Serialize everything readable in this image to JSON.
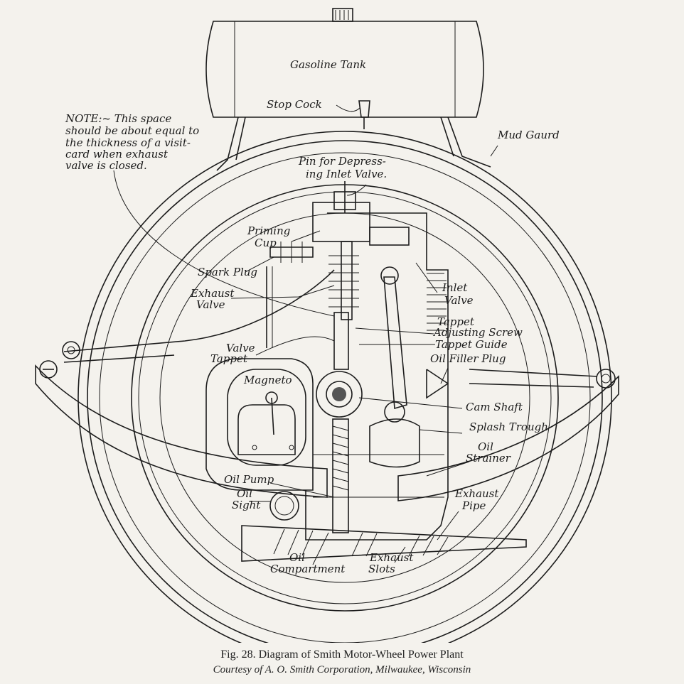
{
  "diagram": {
    "labels": {
      "gasoline_tank": "Gasoline Tank",
      "stop_cock": "Stop Cock",
      "note_line1": "NOTE:~ This space",
      "note_line2": "should be about equal to",
      "note_line3": "the thickness of a visit-",
      "note_line4": "card when exhaust",
      "note_line5": "valve is closed.",
      "mud_guard": "Mud Gaurd",
      "pin_line1": "Pin for Depress-",
      "pin_line2": "ing Inlet Valve.",
      "priming_line1": "Priming",
      "priming_line2": "Cup",
      "spark_plug": "Spark Plug",
      "exhaust_valve_line1": "Exhaust",
      "exhaust_valve_line2": "Valve",
      "inlet_valve_line1": "Inlet",
      "inlet_valve_line2": "Valve",
      "tappet_adj_line1": "Tappet",
      "tappet_adj_line2": "Adjusting Screw",
      "tappet_guide": "Tappet Guide",
      "valve_tappet_line1": "Valve",
      "valve_tappet_line2": "Tappet",
      "oil_filler_plug": "Oil Filler Plug",
      "magneto": "Magneto",
      "cam_shaft": "Cam Shaft",
      "splash_trough": "Splash Trough",
      "oil_strainer_line1": "Oil",
      "oil_strainer_line2": "Strainer",
      "oil_pump": "Oil Pump",
      "oil_sight_line1": "Oil",
      "oil_sight_line2": "Sight",
      "exhaust_pipe_line1": "Exhaust",
      "exhaust_pipe_line2": "Pipe",
      "oil_compartment_line1": "Oil",
      "oil_compartment_line2": "Compartment",
      "exhaust_slots_line1": "Exhaust",
      "exhaust_slots_line2": "Slots"
    }
  },
  "caption": {
    "line1": "Fig. 28.   Diagram of Smith Motor-Wheel Power Plant",
    "line2": "Courtesy of A. O. Smith Corporation, Milwaukee, Wisconsin"
  }
}
